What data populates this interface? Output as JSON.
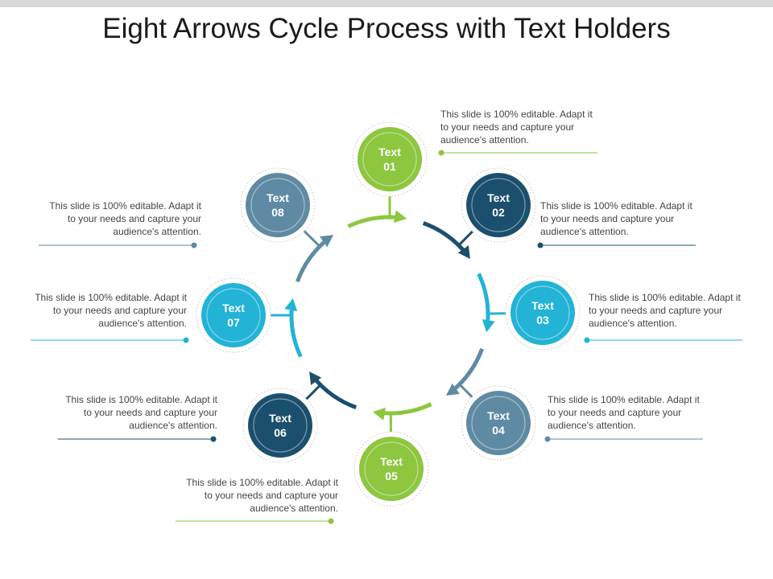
{
  "title": "Eight Arrows Cycle Process with Text Holders",
  "colors": {
    "green": "#8dc63f",
    "navy": "#1b4f6e",
    "cyan": "#22b3d6",
    "steel": "#5f8aa3"
  },
  "nodes": [
    {
      "line1": "Text",
      "line2": "01",
      "color": "green"
    },
    {
      "line1": "Text",
      "line2": "02",
      "color": "navy"
    },
    {
      "line1": "Text",
      "line2": "03",
      "color": "cyan"
    },
    {
      "line1": "Text",
      "line2": "04",
      "color": "steel"
    },
    {
      "line1": "Text",
      "line2": "05",
      "color": "green"
    },
    {
      "line1": "Text",
      "line2": "06",
      "color": "navy"
    },
    {
      "line1": "Text",
      "line2": "07",
      "color": "cyan"
    },
    {
      "line1": "Text",
      "line2": "08",
      "color": "steel"
    }
  ],
  "descriptions": [
    "This slide is 100% editable. Adapt it to your needs and capture your audience's attention.",
    "This slide is 100% editable. Adapt it to your needs and capture your audience's attention.",
    "This slide is 100% editable. Adapt it to your needs and capture your audience's attention.",
    "This slide is 100% editable. Adapt it to your needs and capture your audience's attention.",
    "This slide is 100% editable. Adapt it to your needs and capture your audience's attention.",
    "This slide is 100% editable. Adapt it to your needs and capture your audience's attention.",
    "This slide is 100% editable. Adapt it to your needs and capture your audience's attention.",
    "This slide is 100% editable. Adapt it to your needs and capture your audience's attention."
  ]
}
